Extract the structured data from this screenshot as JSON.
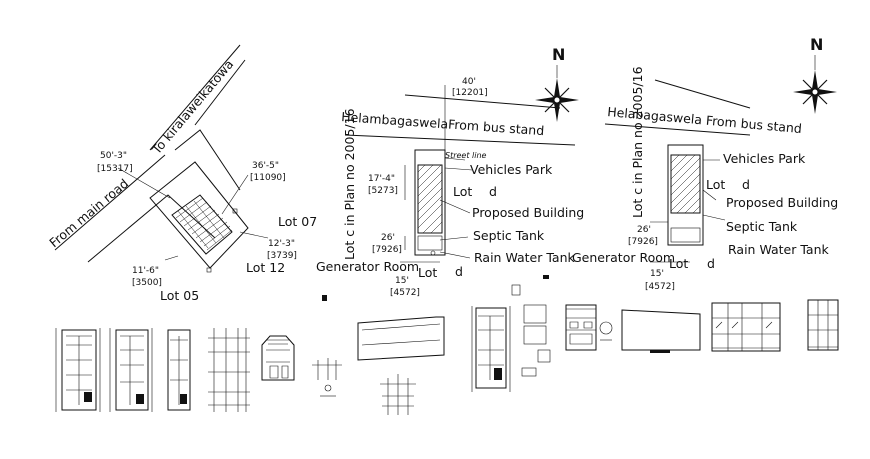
{
  "site_plan_left": {
    "road_label_main": "From main road",
    "road_label_kirala": "To kiralaweikatowa",
    "dims": {
      "top": "50'-3\"",
      "top_mm": "[15317]",
      "right": "36'-5\"",
      "right_mm": "[11090]",
      "right_lower": "12'-3\"",
      "right_lower_mm": "[3739]",
      "bottom": "11'-6\"",
      "bottom_mm": "[3500]"
    },
    "lots": [
      "Lot 07",
      "Lot 12",
      "Lot 05"
    ]
  },
  "site_plan_middle": {
    "road_label": "HelambagaswelaFrom bus stand",
    "street_line": "Street line",
    "plan_no": "Lot c in Plan no 2005/16",
    "dims": {
      "top": "40'",
      "top_mm": "[12201]",
      "left1": "17'-4\"",
      "left1_mm": "[5273]",
      "left2": "26'",
      "left2_mm": "[7926]",
      "bottom": "15'",
      "bottom_mm": "[4572]"
    },
    "labels": [
      "Vehicles Park",
      "Lot",
      "d",
      "Proposed Building",
      "Septic Tank",
      "Generator Room",
      "Rain Water Tank",
      "Lot",
      "d"
    ]
  },
  "site_plan_right": {
    "road_label": "Helabagaswela From bus stand",
    "plan_no": "Lot c in Plan no 2005/16",
    "dims": {
      "left": "26'",
      "left_mm": "[7926]",
      "bottom": "15'",
      "bottom_mm": "[4572]"
    },
    "labels": [
      "Vehicles Park",
      "Lot",
      "d",
      "Proposed Building",
      "Septic Tank",
      "Rain Water Tank",
      "Generator Room",
      "Lot",
      "d"
    ]
  },
  "north_arrows": [
    "N",
    "N"
  ]
}
